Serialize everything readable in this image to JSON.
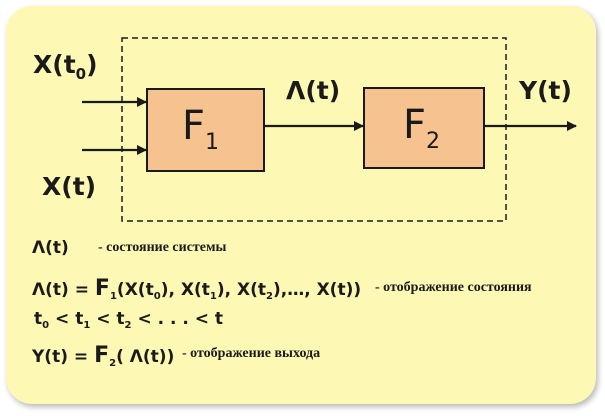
{
  "diagram": {
    "input_top": {
      "main": "X(t",
      "sub": "0",
      "close": ")"
    },
    "input_bottom": "X(t)",
    "block1": {
      "main": "F",
      "sub": "1"
    },
    "block2": {
      "main": "F",
      "sub": "2"
    },
    "mid_signal": "Λ(t)",
    "output": "Y(t)"
  },
  "colors": {
    "block_fill": "#f6c28f",
    "panel_bg": "#fdf8b4",
    "ink": "#1a1a1a"
  },
  "legend": {
    "state": {
      "formula": "Λ(t)",
      "description": "- состояние системы"
    },
    "state_map": {
      "lambda": "Λ(t) =",
      "F": "F",
      "F_sub": "1",
      "open": "(",
      "x0": "X(t",
      "x0_sub": "0",
      "x0_close": "),",
      "x1": "X(t",
      "x1_sub": "1",
      "x1_close": "),",
      "x2": "X(t",
      "x2_sub": "2",
      "x2_close": "),…,",
      "xt": "X(t))",
      "description": "- отображение состояния"
    },
    "ordering": {
      "t0": "t",
      "t0_sub": "0",
      "lt1": "<",
      "t1": "t",
      "t1_sub": "1",
      "lt2": "<",
      "t2": "t",
      "t2_sub": "2",
      "rest": "< . . . < t"
    },
    "output_map": {
      "y": "Y(t) =",
      "F": "F",
      "F_sub": "2",
      "arg": "( Λ(t))",
      "description": "- отображение выхода"
    }
  }
}
